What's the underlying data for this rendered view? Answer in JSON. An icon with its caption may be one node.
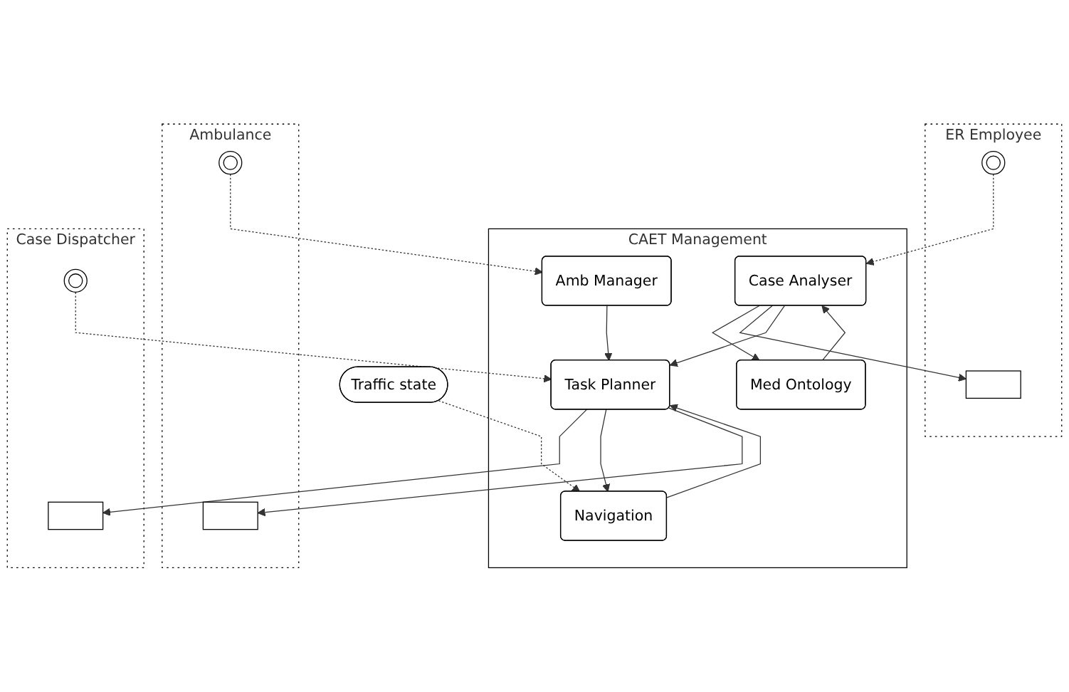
{
  "diagram": {
    "nodes": [
      {
        "text": [
          "CAET Management"
        ]
      },
      {
        "text": [
          "Med Ontology"
        ],
        "in": 0
      },
      {
        "text": [
          "Case Analyser"
        ],
        "in": 0
      },
      {
        "text": [
          "Amb Manager"
        ],
        "in": 0
      },
      {
        "text": [
          "Task Planner"
        ],
        "in": 0
      },
      {
        "text": [
          "Navigation"
        ],
        "in": 0
      },
      {
        "text": [
          "ER Employee"
        ]
      },
      {
        "text": [],
        "shape": "circle",
        "in": 6
      },
      {
        "text": [],
        "shape": "box",
        "in": 6
      },
      {
        "text": [
          "Case Dispatcher"
        ]
      },
      {
        "text": [],
        "shape": "circle",
        "in": 9
      },
      {
        "text": [],
        "shape": "box",
        "in": 9
      },
      {
        "text": [
          "Traffic state"
        ]
      },
      {
        "text": [
          "Ambulance"
        ]
      },
      {
        "text": [],
        "shape": "circle",
        "in": 13
      },
      {
        "text": [],
        "shape": "box",
        "in": 13
      }
    ],
    "edges": [
      {
        "from": 2,
        "to": 1,
        "arrow": "to"
      },
      {
        "from": 1,
        "to": 2,
        "arrow": "to"
      },
      {
        "from": 7,
        "to": 2,
        "arrow": "to",
        "style": "dashed"
      },
      {
        "from": 2,
        "to": 8,
        "arrow": "to"
      },
      {
        "from": 2,
        "to": 4,
        "arrow": "to"
      },
      {
        "from": 3,
        "to": 4,
        "arrow": "to"
      },
      {
        "from": 10,
        "to": 4,
        "arrow": "to",
        "style": "dashed"
      },
      {
        "from": 4,
        "to": 11,
        "arrow": "to"
      },
      {
        "from": 4,
        "to": 5,
        "arrow": "to"
      },
      {
        "from": 5,
        "to": 4,
        "arrow": "to"
      },
      {
        "from": 12,
        "to": 5,
        "arrow": "to",
        "style": "dashed"
      },
      {
        "from": 14,
        "to": 3,
        "arrow": "to",
        "style": "dashed"
      },
      {
        "from": 4,
        "to": 15,
        "arrow": "to"
      }
    ]
  }
}
